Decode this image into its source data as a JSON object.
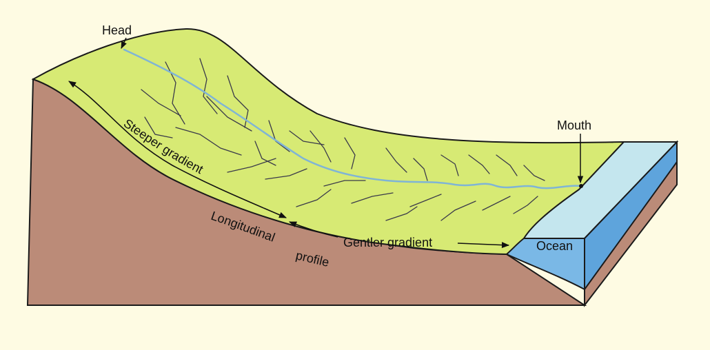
{
  "labels": {
    "head": "Head",
    "mouth": "Mouth",
    "steeper_gradient": "Steeper gradient",
    "gentler_gradient": "Gentler gradient",
    "longitudinal": "Longitudinal",
    "profile": "profile",
    "ocean": "Ocean"
  },
  "colors": {
    "background": "#fefbe3",
    "land_surface": "#d7ea74",
    "earth_section": "#bb8b78",
    "ocean_top": "#c4e6ee",
    "ocean_front": "#7ab8e6",
    "ocean_side": "#5ea4dc",
    "outline": "#1a1a1a",
    "streams": "#3a3a4a",
    "main_river": "#7fb4d6"
  }
}
